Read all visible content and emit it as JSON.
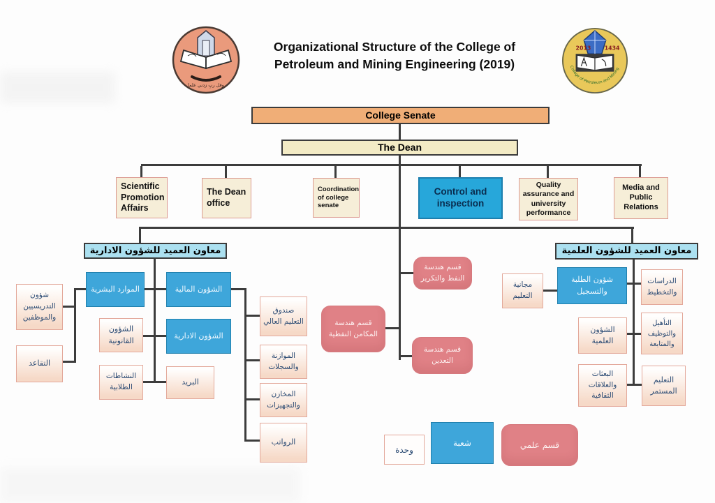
{
  "header": {
    "title_line1": "Organizational Structure of the College of",
    "title_line2": "Petroleum and Mining Engineering (2019)",
    "left_logo": {
      "name": "university-of-mosul-emblem",
      "motto": "وقل ربِ زدني علما"
    },
    "right_logo": {
      "name": "college-of-petroleum-and-mining-emblem",
      "year_left": "2013",
      "year_right": "1434",
      "caption": "College of Petroleum and Mining Engineering"
    }
  },
  "nodes": {
    "college_senate": {
      "label": "College Senate"
    },
    "dean": {
      "label": "The Dean"
    },
    "scientific_promotion": {
      "label": "Scientific Promotion Affairs"
    },
    "dean_office": {
      "label": "The Dean office"
    },
    "coordination": {
      "label": "Coordination of college senate"
    },
    "control": {
      "label": "Control and inspection"
    },
    "quality": {
      "label": "Quality assurance and university performance"
    },
    "media": {
      "label": "Media and Public Relations"
    },
    "admin_deputy": {
      "label": "معاون العميد للشؤون الادارية"
    },
    "scientific_deputy": {
      "label": "معاون العميد للشؤون العلمية"
    },
    "human_resources": {
      "label": "الموارد البشرية"
    },
    "financial_affairs": {
      "label": "الشؤون المالية"
    },
    "administrative_affairs": {
      "label": "الشؤون الادارية"
    },
    "legal_affairs": {
      "label": "الشؤون القانونية"
    },
    "student_activities": {
      "label": "النشاطات الطلابية"
    },
    "mail": {
      "label": "البريد"
    },
    "staff_affairs": {
      "label": "شؤون التدريسيين والموظفين"
    },
    "retirement": {
      "label": "التقاعد"
    },
    "higher_edu_fund": {
      "label": "صندوق التعليم العالي"
    },
    "budget_records": {
      "label": "الموازنة والسجلات"
    },
    "stores_equipment": {
      "label": "المخازن والتجهيزات"
    },
    "salaries": {
      "label": "الرواتب"
    },
    "petroleum_refining_dept": {
      "label": "قسم هندسة النفط والتكرير"
    },
    "reservoir_dept": {
      "label": "قسم هندسة المكامن النفطية"
    },
    "mining_dept": {
      "label": "قسم هندسة التعدين"
    },
    "free_education": {
      "label": "مجانية التعليم"
    },
    "student_registration": {
      "label": "شؤون الطلبة والتسجيل"
    },
    "studies_planning": {
      "label": "الدراسات والتخطيط"
    },
    "qualification_employment": {
      "label": "التأهيل والتوظيف والمتابعة"
    },
    "scientific_affairs": {
      "label": "الشؤون العلمية"
    },
    "scholarships_cultural": {
      "label": "البعثات والعلاقات الثقافية"
    },
    "continuing_education": {
      "label": "التعليم المستمر"
    }
  },
  "legend": {
    "unit": "وحدة",
    "division": "شعبة",
    "department": "قسم علمي"
  },
  "colors": {
    "senate_fill": "#f0ae77",
    "dean_fill": "#f3ebc5",
    "bar_fill": "#abe0f0",
    "cream_fill": "#f6eed8",
    "division_fill": "#3ea6da",
    "unit_border": "#e3a89a",
    "dept_fill": "#e08186",
    "connector": "#3c3c3c"
  }
}
